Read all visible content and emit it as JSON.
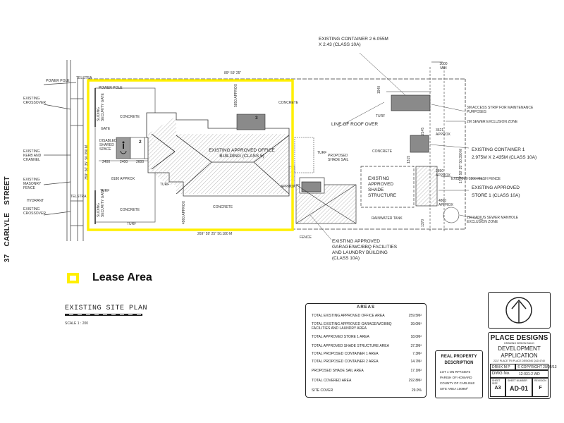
{
  "street": {
    "number": "37",
    "name": "CARLYLE",
    "type": "STREET"
  },
  "left_labels": {
    "power_pole": "POWER POLE",
    "telstra_top": "TELSTRA",
    "existing_crossover_top": "EXISTING CROSSOVER",
    "existing_kerb": "EXISTING KERB AND CHANNEL",
    "existing_masonry": "EXISTING MASONRY FENCE",
    "telstra_bottom": "TELSTRA",
    "hydrant": "HYDRANT",
    "existing_crossover_bottom": "EXISTING CROSSOVER"
  },
  "site_labels": {
    "boundary_top": "89° 59' 25\"",
    "boundary_bottom": "269° 59' 25\" 50.180 m",
    "left_boundary": "359° 50' 35\" 50.390 m",
    "power_pole_inner": "POWER POLE",
    "sliding_gate_top": "SLIDING SECURITY GATE",
    "sliding_gate_bottom": "SLIDING SECURITY GATE",
    "gate": "GATE",
    "concrete_1": "CONCRETE",
    "concrete_2": "CONCRETE",
    "concrete_3": "CONCRETE",
    "concrete_4": "CONCRETE",
    "concrete_5": "CONCRETE",
    "disabled_space": "DISABLED SHARED SPACE",
    "dim_2400a": "2400",
    "dim_2400b": "2400",
    "dim_2600": "2600",
    "bay_2": "2",
    "bay_3": "3",
    "dim_8180": "8180 APPROX",
    "turf_1": "TURF",
    "turf_2": "TURF",
    "turf_3": "TURF",
    "turf_4": "TURF",
    "turf_5": "TURF",
    "dim_4960": "4960 APPROX",
    "dim_5850": "5850 APPROX",
    "office_building": "EXISTING APPROVED OFFICE BUILDING (CLASS 5)",
    "proposed_shade_sail": "PROPOSED SHADE SAIL",
    "existing_shade_structure": "EXISTING APPROVED SHADE STRUCTURE",
    "rainwater_tank": "RAINWATER TANK",
    "fence": "FENCE",
    "garage_building": "EXISTING APPROVED GARAGE/WC/BBQ FACILITIES AND LAUNDRY BUILDING (CLASS 10a)",
    "container_2": "EXISTING CONTAINER 2 6.055m x 2.43 (CLASS 10a)",
    "container_1_title": "EXISTING CONTAINER 1",
    "container_1_size": "2.975m x 2.435m (CLASS 10a)",
    "store_1_title": "EXISTING APPROVED",
    "store_1_size": "STORE 1 (CLASS 10a)",
    "line_of_roof": "LINE OF ROOF OVER",
    "access_strip": "3m ACCESS STRIP FOR MAINTENANCE PURPOSES",
    "sewer_exclusion": "2m SEWER EXCLUSION ZONE",
    "mesh_fence": "EXISTING 1800 MESH FENCE",
    "manhole_zone": "2m RADIUS SEWER MANHOLE EXCLUSION ZONE",
    "dim_3000": "3000 MIN",
    "dim_1940": "1940",
    "dim_2890": "2890 APPROX",
    "dim_3621": "3621 APPROX",
    "dim_2145": "2145",
    "dim_1315": "1315",
    "dim_4860": "4860 APPROX",
    "dim_1370": "1370",
    "right_boundary": "179° 50' 35\" 50.390 m",
    "approx_small": "APPROX"
  },
  "legend": {
    "lease_area_label": "Lease Area",
    "lease_color": "#ffef00"
  },
  "plan": {
    "title": "EXISTING SITE PLAN",
    "scale": "SCALE 1 : 200"
  },
  "areas": {
    "title": "AREAS",
    "rows": [
      {
        "label": "TOTAL EXISTING APPROVED OFFICE AREA",
        "value": "259.5m²"
      },
      {
        "label": "TOTAL EXISTING APPROVED GARAGE/WC/BBQ FACILITIES AND LAUNDRY AREA",
        "value": "39.0m²"
      },
      {
        "label": "TOTAL APPROVED STORE 1 AREA",
        "value": "18.0m²"
      },
      {
        "label": "TOTAL APPROVED SHADE STRUCTURE AREA",
        "value": "37.2m²"
      },
      {
        "label": "TOTAL PROPOSED CONTAINER 1 AREA",
        "value": "7.3m²"
      },
      {
        "label": "TOTAL PROPOSED CONTAINER 2 AREA",
        "value": "14.7m²"
      },
      {
        "label": "PROPOSED SHADE SAIL AREA",
        "value": "17.1m²"
      },
      {
        "label": "TOTAL COVERED AREA",
        "value": "292.8m²"
      },
      {
        "label": "SITE COVER",
        "value": "29.0%"
      }
    ]
  },
  "real_property": {
    "title_line1": "REAL PROPERTY",
    "title_line2": "DESCRIPTION",
    "lines": [
      "LOT 1 ON RP734675",
      "PARISH OF HOWARD",
      "COUNTY OF CARLISLE",
      "SITE AREA 1009m²"
    ]
  },
  "title_block": {
    "company": "PLACE DESIGNS",
    "company_sub": "DRAWING DESIGN BUILD",
    "stage_line1": "DEVELOPMENT",
    "stage_line2": "APPLICATION",
    "address": "2217 PLACE TRI PLACE DESIGNS QLD 4740",
    "drawn_label": "DRN",
    "drawn_value": "K M P",
    "copyright": "© COPYRIGHT 20/04/13",
    "dwg_label": "DWG No.",
    "dwg_value": "12-031-2 WD",
    "sheet_size_label": "SHEET SIZE",
    "sheet_size_value": "A3",
    "sheet_number_label": "SHEET NUMBER",
    "sheet_number_value": "AD-01",
    "revision_label": "REVISION",
    "revision_value": "F"
  }
}
